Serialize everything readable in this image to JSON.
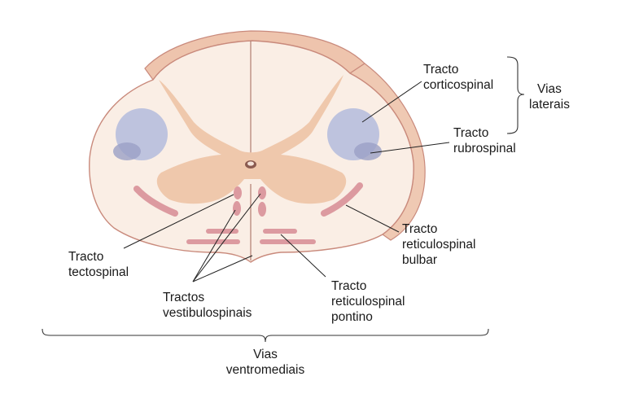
{
  "labels": {
    "corticospinal": [
      "Tracto",
      "corticospinal"
    ],
    "rubrospinal": [
      "Tracto",
      "rubrospinal"
    ],
    "laterais": [
      "Vias",
      "laterais"
    ],
    "reticulo_bulbar": [
      "Tracto",
      "reticulospinal",
      "bulbar"
    ],
    "tectospinal": [
      "Tracto",
      "tectospinal"
    ],
    "vestibulospinais": [
      "Tractos",
      "vestibulospinais"
    ],
    "reticulo_pontino": [
      "Tracto",
      "reticulospinal",
      "pontino"
    ],
    "ventromediais": [
      "Vias",
      "ventromediais"
    ]
  },
  "colors": {
    "white_matter": "#faeee5",
    "gray_matter": "#efc8ac",
    "surface_top": "#eec4ad",
    "outline": "#c98a7c",
    "lateral_tract": "#a9b4db",
    "rubro_tract": "#9ba0c6",
    "ventromedial_tract": "#dc9aa0",
    "canal": "#8a5a4f",
    "leader": "#222222"
  }
}
